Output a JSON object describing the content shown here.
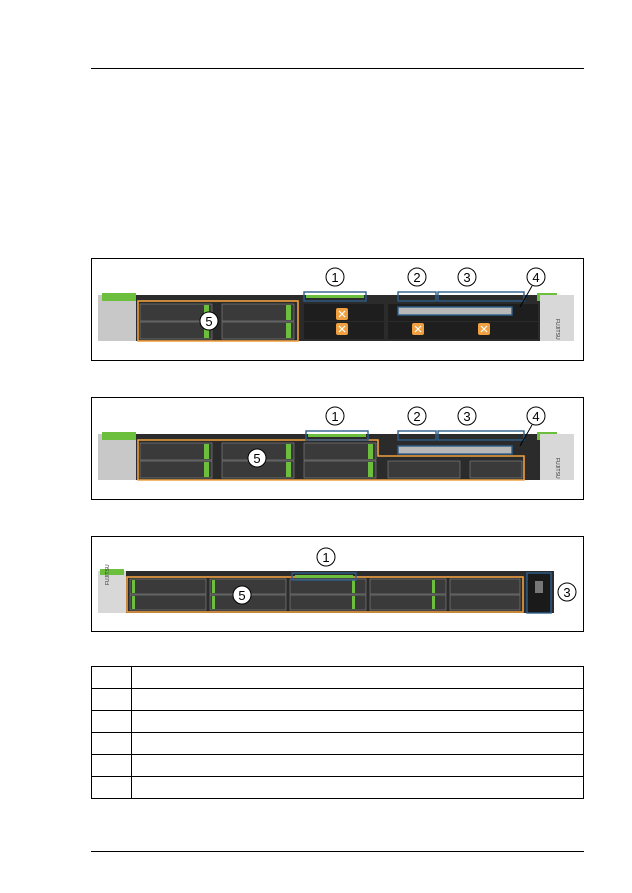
{
  "figures": [
    {
      "callouts": [
        "1",
        "2",
        "3",
        "4",
        "5"
      ],
      "logo": "FUJITSU"
    },
    {
      "callouts": [
        "1",
        "2",
        "3",
        "4",
        "5"
      ],
      "logo": "FUJITSU"
    },
    {
      "callouts": [
        "1",
        "5",
        "3"
      ],
      "logo": "FUJITSU"
    }
  ],
  "legend_table": {
    "rows": [
      {
        "num": "",
        "text": ""
      },
      {
        "num": "",
        "text": ""
      },
      {
        "num": "",
        "text": ""
      },
      {
        "num": "",
        "text": ""
      },
      {
        "num": "",
        "text": ""
      },
      {
        "num": "",
        "text": ""
      }
    ]
  },
  "colors": {
    "highlight_orange": "#f0a040",
    "highlight_blue": "#2e5f8c",
    "bezel_green": "#6cbf3c",
    "chassis_dark": "#2b2b2b",
    "chassis_silver": "#c8c8c8"
  }
}
